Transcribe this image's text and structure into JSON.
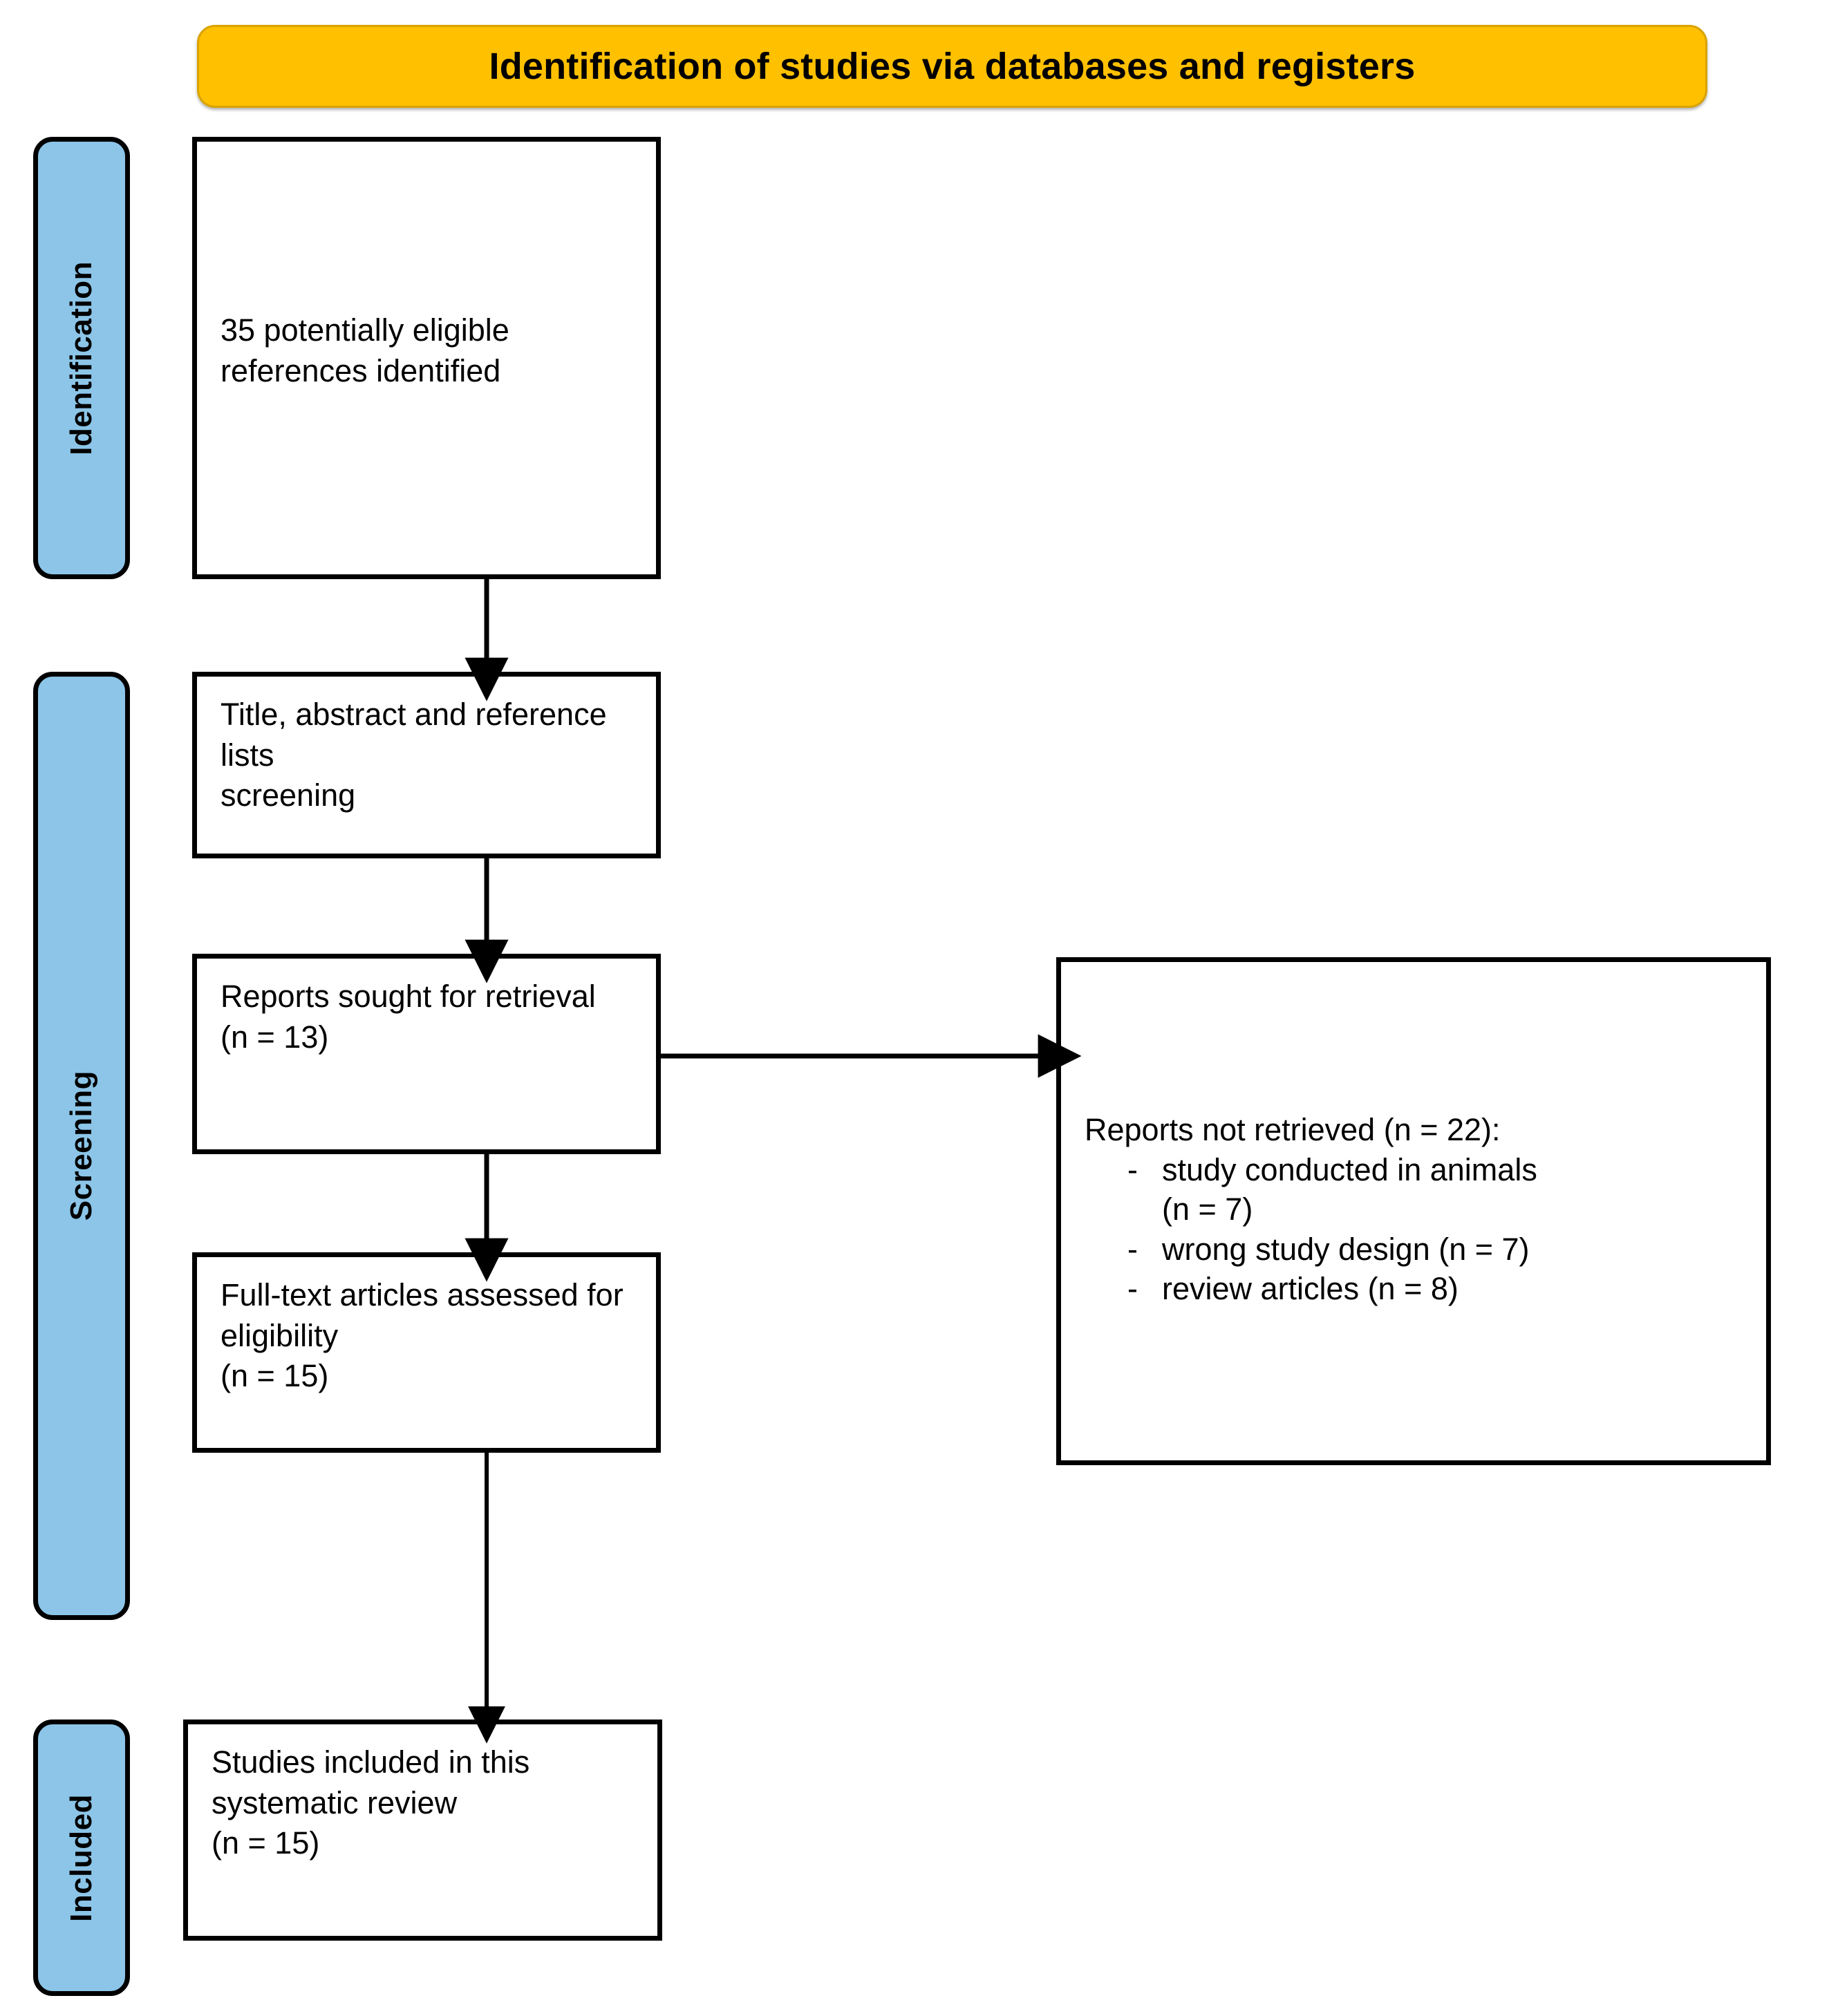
{
  "banner": {
    "title": "Identification of studies via databases and registers",
    "background_color": "#FFC000"
  },
  "stages": {
    "identification": {
      "label": "Identification"
    },
    "screening": {
      "label": "Screening"
    },
    "included": {
      "label": "Included"
    },
    "background_color": "#8CC5E8"
  },
  "boxes": {
    "identified": {
      "text": "35 potentially eligible\nreferences identified"
    },
    "screening": {
      "text": "Title, abstract and reference lists\nscreening"
    },
    "sought": {
      "text": "Reports sought for retrieval\n(n = 13)"
    },
    "fulltext": {
      "text": "Full-text articles assessed for\neligibility\n(n = 15)"
    },
    "included": {
      "text": "Studies included in this\nsystematic review\n(n = 15)"
    },
    "excluded": {
      "heading": "Reports not retrieved (n = 22):",
      "bullet_marker": "-",
      "items": [
        "study conducted in animals\n(n = 7)",
        "wrong study design (n = 7)",
        "review articles (n = 8)"
      ]
    }
  },
  "flow": {
    "arrows": [
      {
        "name": "identified-to-screening",
        "direction": "down"
      },
      {
        "name": "screening-to-sought",
        "direction": "down"
      },
      {
        "name": "sought-to-fulltext",
        "direction": "down"
      },
      {
        "name": "sought-to-excluded",
        "direction": "right"
      },
      {
        "name": "fulltext-to-included",
        "direction": "down"
      }
    ]
  }
}
